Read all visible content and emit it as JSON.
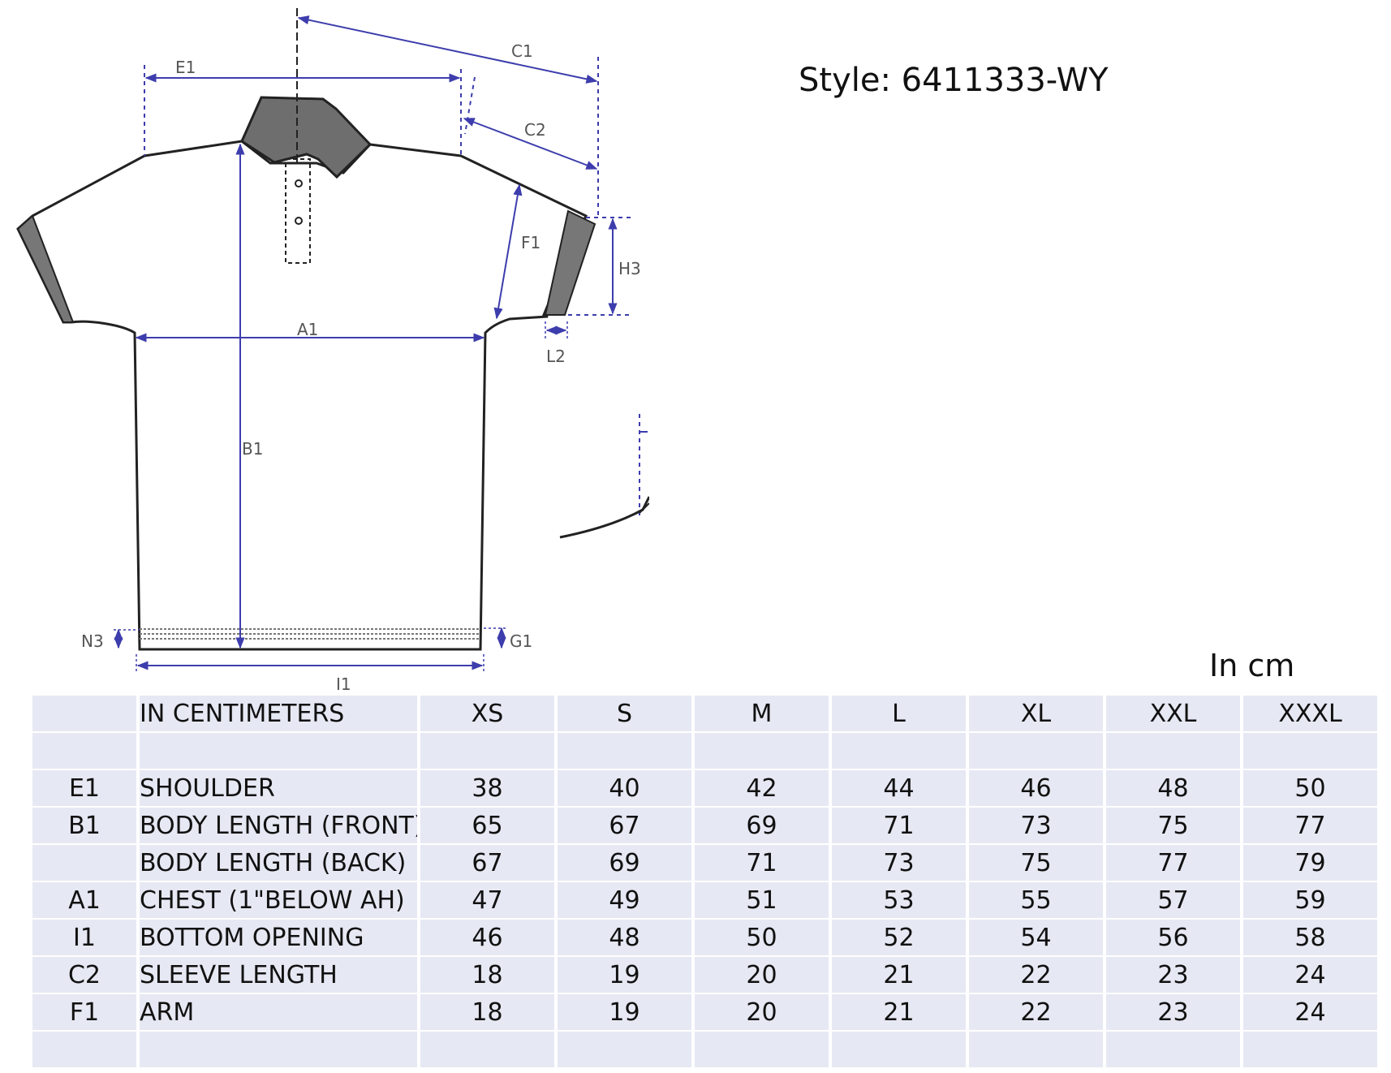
{
  "diagram": {
    "labels": {
      "E1": "E1",
      "C1": "C1",
      "C2": "C2",
      "F1": "F1",
      "H3": "H3",
      "A1": "A1",
      "L2": "L2",
      "B1": "B1",
      "N3": "N3",
      "G1": "G1",
      "I1": "I1"
    },
    "colors": {
      "line": "#3d3dad",
      "outline": "#222222",
      "trim": "#777777"
    }
  },
  "style_label": "Style:  6411333-WY",
  "unit_label": "In cm",
  "table": {
    "header": {
      "code": "",
      "desc": "IN CENTIMETERS",
      "sizes": [
        "XS",
        "S",
        "M",
        "L",
        "XL",
        "XXL",
        "XXXL"
      ]
    },
    "rows": [
      {
        "code": "",
        "desc": "",
        "values": [
          "",
          "",
          "",
          "",
          "",
          "",
          ""
        ]
      },
      {
        "code": "E1",
        "desc": "SHOULDER",
        "values": [
          "38",
          "40",
          "42",
          "44",
          "46",
          "48",
          "50"
        ]
      },
      {
        "code": "B1",
        "desc": "BODY LENGTH (FRONT)",
        "values": [
          "65",
          "67",
          "69",
          "71",
          "73",
          "75",
          "77"
        ]
      },
      {
        "code": "",
        "desc": "BODY LENGTH (BACK)",
        "values": [
          "67",
          "69",
          "71",
          "73",
          "75",
          "77",
          "79"
        ]
      },
      {
        "code": "A1",
        "desc": "CHEST (1\"BELOW AH)",
        "values": [
          "47",
          "49",
          "51",
          "53",
          "55",
          "57",
          "59"
        ]
      },
      {
        "code": "I1",
        "desc": "BOTTOM OPENING",
        "values": [
          "46",
          "48",
          "50",
          "52",
          "54",
          "56",
          "58"
        ]
      },
      {
        "code": "C2",
        "desc": "SLEEVE LENGTH",
        "values": [
          "18",
          "19",
          "20",
          "21",
          "22",
          "23",
          "24"
        ]
      },
      {
        "code": "F1",
        "desc": "ARM",
        "values": [
          "18",
          "19",
          "20",
          "21",
          "22",
          "23",
          "24"
        ]
      },
      {
        "code": "",
        "desc": "",
        "values": [
          "",
          "",
          "",
          "",
          "",
          "",
          ""
        ]
      }
    ]
  }
}
